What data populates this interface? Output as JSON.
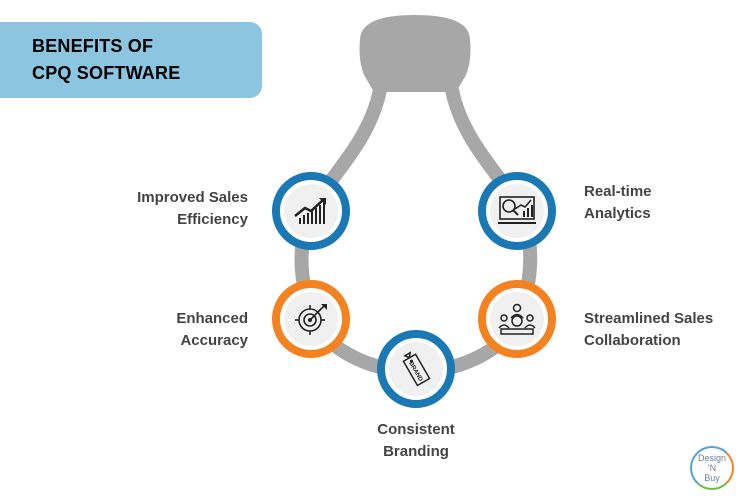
{
  "title": {
    "line1": "BENEFITS OF",
    "line2": "CPQ SOFTWARE"
  },
  "benefits": [
    {
      "line1": "Improved Sales",
      "line2": "Efficiency",
      "icon": "growth-chart-icon",
      "ring_color": "#1a78b4"
    },
    {
      "line1": "Real-time",
      "line2": "Analytics",
      "icon": "analytics-dashboard-icon",
      "ring_color": "#1a78b4"
    },
    {
      "line1": "Enhanced",
      "line2": "Accuracy",
      "icon": "target-icon",
      "ring_color": "#f58220"
    },
    {
      "line1": "Streamlined Sales",
      "line2": "Collaboration",
      "icon": "team-collaboration-icon",
      "ring_color": "#f58220"
    },
    {
      "line1": "Consistent",
      "line2": "Branding",
      "icon": "brand-tag-icon",
      "ring_color": "#1a78b4"
    }
  ],
  "brand_tag_text": "BRAND",
  "logo": {
    "line1": "Design",
    "line2": "'N",
    "line3": "Buy"
  },
  "colors": {
    "title_bg": "#8cc5e0",
    "bulb": "#a7a7a7",
    "blue": "#1a78b4",
    "orange": "#f58220"
  }
}
